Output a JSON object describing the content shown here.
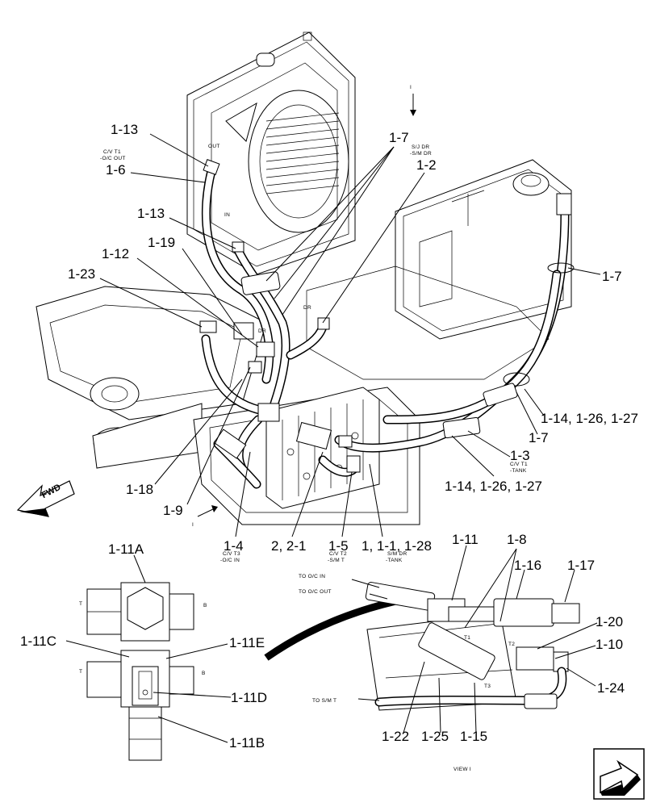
{
  "callouts": {
    "c_1_13_top": "1-13",
    "c_1_6": "1-6",
    "c_1_13_mid": "1-13",
    "c_1_19": "1-19",
    "c_1_12": "1-12",
    "c_1_23": "1-23",
    "c_1_7_top": "1-7",
    "c_1_2": "1-2",
    "c_1_7_right": "1-7",
    "c_1_14a": "1-14, 1-26, 1-27",
    "c_1_7_low": "1-7",
    "c_1_3": "1-3",
    "c_1_14b": "1-14, 1-26, 1-27",
    "c_1_18": "1-18",
    "c_1_9": "1-9",
    "c_1_4": "1-4",
    "c_2": "2, 2-1",
    "c_1_5": "1-5",
    "c_1_1": "1, 1-1, 1-28",
    "c_1_11a": "1-11A",
    "c_1_11c": "1-11C",
    "c_1_11e": "1-11E",
    "c_1_11d": "1-11D",
    "c_1_11b": "1-11B",
    "c_1_11": "1-11",
    "c_1_8": "1-8",
    "c_1_16": "1-16",
    "c_1_17": "1-17",
    "c_1_20": "1-20",
    "c_1_10": "1-10",
    "c_1_24": "1-24",
    "c_1_22": "1-22",
    "c_1_25": "1-25",
    "c_1_15": "1-15"
  },
  "notes": {
    "cv_t1_out_1": "C/V T1",
    "cv_t1_out_2": "-O/C OUT",
    "sj_dr_1": "S/J DR",
    "sj_dr_2": "-S/M DR",
    "cv_t1_tank_1": "C/V T1",
    "cv_t1_tank_2": "-TANK",
    "cv_t3_1": "C/V T3",
    "cv_t3_2": "-O/C IN",
    "cv_t2_1": "C/V T2",
    "cv_t2_2": "-S/M T",
    "sm_dr_1": "S/M DR",
    "sm_dr_2": "-TANK",
    "to_oc_in": "TO O/C IN",
    "to_oc_out": "TO O/C OUT",
    "to_sm_t": "TO S/M T",
    "view_1": "VIEW I",
    "out": "OUT",
    "in": "IN",
    "dr": "DR",
    "t1": "T1",
    "t2": "T2",
    "t3": "T3",
    "t_left": "T",
    "b_right": "B",
    "t_left2": "T",
    "b_right2": "B",
    "view_mark_top": "I",
    "view_mark_bottom": "I"
  },
  "direction": {
    "label": "FWD"
  },
  "colors": {
    "ink": "#000000",
    "paper": "#ffffff"
  }
}
